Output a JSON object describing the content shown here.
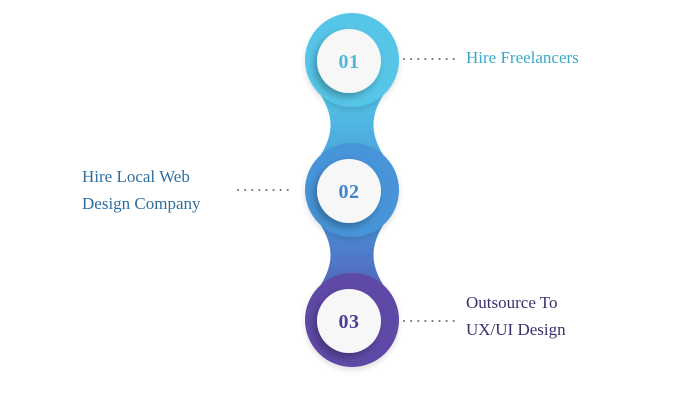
{
  "colors": {
    "step1": "#56c6e8",
    "step2": "#4694d8",
    "step3": "#5e4aa6",
    "inner": "#f7f7f8",
    "dots": "#6d6d7a"
  },
  "steps": [
    {
      "number": "01",
      "label_lines": [
        "Hire Freelancers"
      ],
      "label_color": "#3aa9c9"
    },
    {
      "number": "02",
      "label_lines": [
        "Hire Local Web",
        "Design Company"
      ],
      "label_color": "#2f6f9e"
    },
    {
      "number": "03",
      "label_lines": [
        "Outsource To",
        "UX/UI Design"
      ],
      "label_color": "#3a2f6e"
    }
  ]
}
